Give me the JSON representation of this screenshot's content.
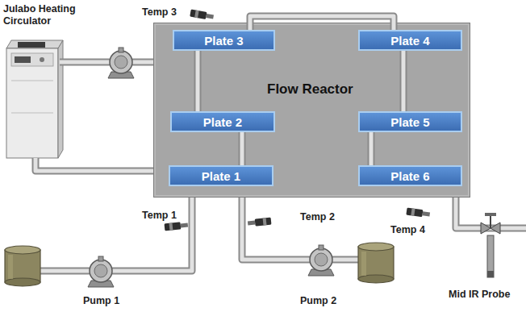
{
  "diagram": {
    "nodes": [
      {
        "text": [
          "Flow Reactor"
        ]
      },
      {
        "text": [
          "Plate 3"
        ],
        "in": 0
      },
      {
        "text": [
          "Plate 4"
        ],
        "in": 0
      },
      {
        "text": [
          "Plate 2"
        ],
        "in": 0
      },
      {
        "text": [
          "Plate 5"
        ],
        "in": 0
      },
      {
        "text": [
          "Plate 1"
        ],
        "in": 0
      },
      {
        "text": [
          "Plate 6"
        ],
        "in": 0
      }
    ],
    "edges": [
      {
        "from": 5,
        "to": 3,
        "arrow": "none"
      },
      {
        "from": 3,
        "to": 1,
        "arrow": "none"
      },
      {
        "from": 1,
        "to": 2,
        "arrow": "none"
      },
      {
        "from": 2,
        "to": 4,
        "arrow": "none"
      },
      {
        "from": 4,
        "to": 6,
        "arrow": "none"
      }
    ],
    "labels": [
      "Julabo Heating Circulator",
      "Temp 3",
      "Temp 1",
      "Temp 2",
      "Temp 4",
      "Pump 1",
      "Pump 2",
      "Mid IR Probe"
    ]
  }
}
